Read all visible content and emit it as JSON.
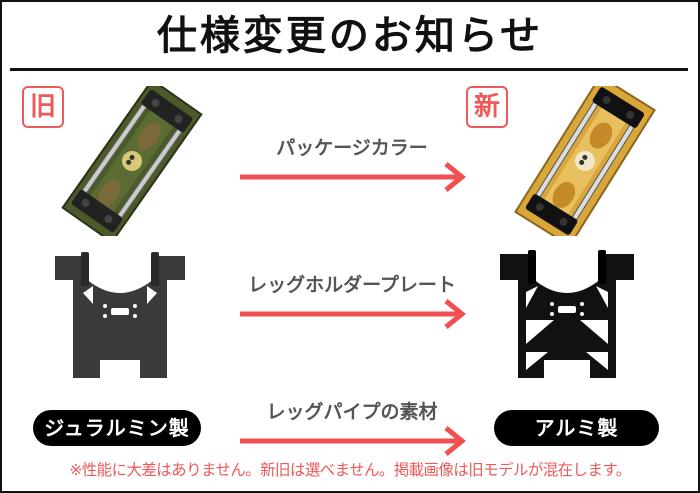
{
  "title": "仕様変更のお知らせ",
  "badges": {
    "old": "旧",
    "new": "新"
  },
  "comparisons": [
    {
      "label": "パッケージカラー"
    },
    {
      "label": "レッグホルダープレート"
    },
    {
      "label": "レッグパイプの素材"
    }
  ],
  "materials": {
    "old": "ジュラルミン製",
    "new": "アルミ製"
  },
  "note": "※性能に大差はありません。新旧は選べません。掲載画像は旧モデルが混在します。",
  "colors": {
    "accent_red": "#ec5a5a",
    "arrow_red": "#f05050",
    "text_gray": "#555555",
    "old_package_green": "#4a5a2a",
    "new_package_yellow": "#d9a63a",
    "plate_old": "#3a3a3a",
    "plate_new": "#111111"
  },
  "images": {
    "old_package": "camouflage green package with skull emblem and leg holders",
    "new_package": "yellow package with skull emblem and leg holders",
    "old_plate": "dark gray solid leg holder plate",
    "new_plate": "black skeletonized leg holder plate"
  }
}
